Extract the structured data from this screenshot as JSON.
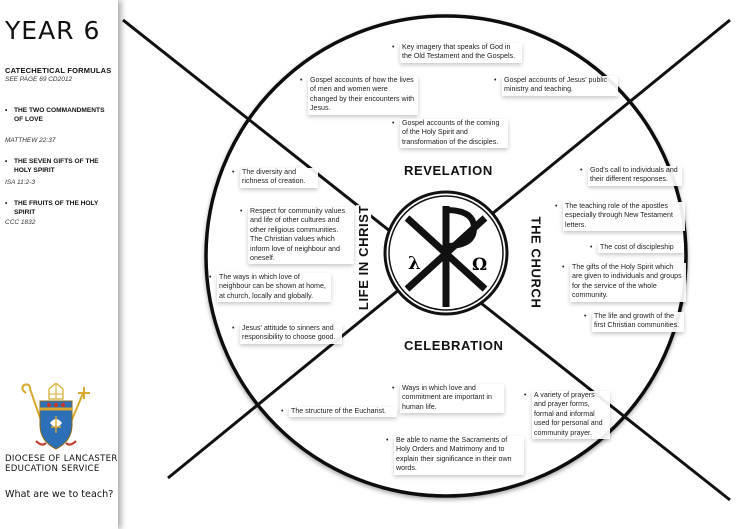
{
  "sidebar": {
    "title": "YEAR 6",
    "heading": "CATECHETICAL FORMULAS",
    "heading_ref": "SEE PAGE 69 CD2012",
    "items": [
      {
        "label": "THE TWO COMMANDMENTS OF LOVE",
        "ref": "MATTHEW 22:37"
      },
      {
        "label": "THE SEVEN GIFTS OF THE HOLY SPIRIT",
        "ref": "ISA 11:2-3"
      },
      {
        "label": "THE FRUITS OF THE HOLY SPIRIT",
        "ref": "CCC 1832"
      }
    ],
    "diocese_line1": "DIOCESE OF LANCASTER",
    "diocese_line2": "EDUCATION SERVICE",
    "question": "What are we to teach?"
  },
  "labels": {
    "top": "REVELATION",
    "bottom": "CELEBRATION",
    "left": "LIFE IN CHRIST",
    "right": "THE CHURCH"
  },
  "emblem": {
    "alpha": "λ",
    "omega": "Ω"
  },
  "notes": {
    "revelation": [
      "Key imagery that speaks of God in the Old Testament and the Gospels.",
      "Gospel accounts of how the lives of men and women were changed by their encounters with Jesus.",
      "Gospel accounts of Jesus' public ministry and teaching.",
      "Gospel accounts of the coming of the Holy Spirit and transformation of the disciples."
    ],
    "life": [
      "The diversity and richness of creation.",
      "Respect for community values and life of other cultures and other religious communities. The Christian values which inform love of neighbour and oneself.",
      "The ways in which love of neighbour can be shown at home, at church, locally and globally.",
      "Jesus' attitude to sinners and responsibility to choose good."
    ],
    "church": [
      "God's call to individuals and their different responses.",
      "The teaching role of the apostles especially through New Testament letters.",
      "The cost of discipleship",
      "The gifts of the Holy Spirit which are given to individuals and groups for the service of the whole community.",
      "The life and growth of the first Christian communities."
    ],
    "celebration": [
      "The structure of the Eucharist.",
      "Ways in which love and commitment are important in human life.",
      "Be able to name the Sacraments of Holy Orders and Matrimony and to explain their significance in their own words.",
      "A variety of prayers and prayer forms, formal and informal used for personal and community prayer."
    ]
  },
  "colors": {
    "line": "#111111",
    "crest_blue": "#2d6fb6",
    "crest_gold": "#d9a92e",
    "crest_red": "#c0392b"
  }
}
